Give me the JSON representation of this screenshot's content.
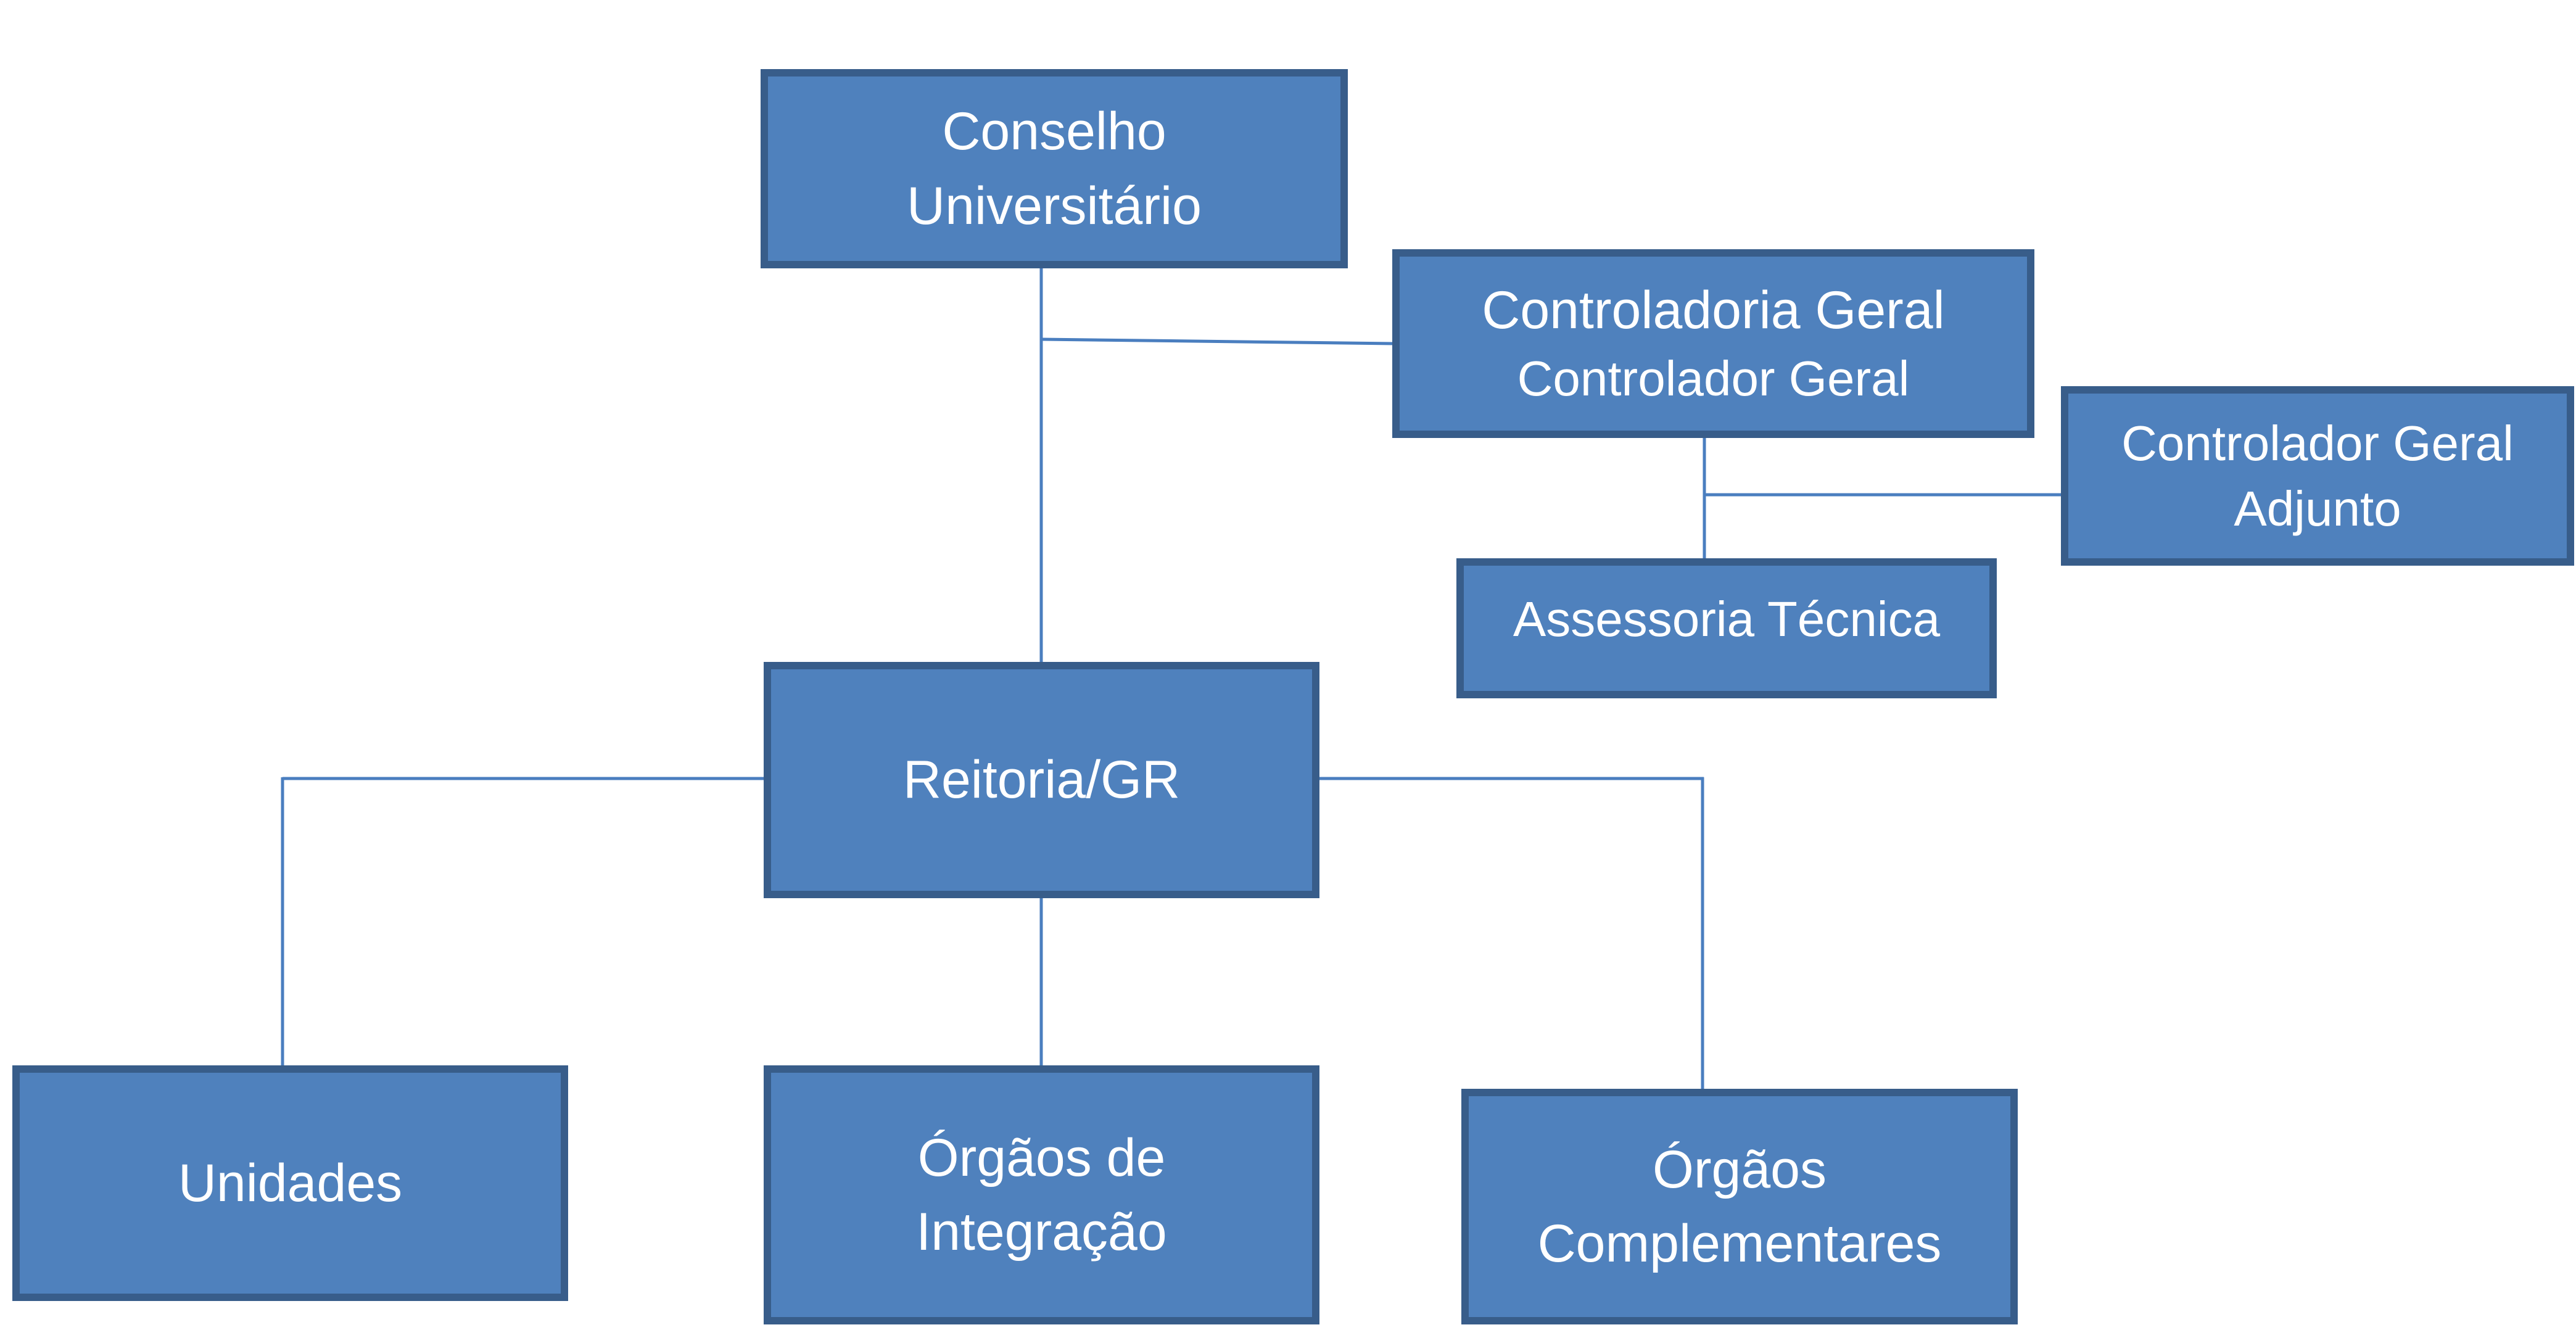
{
  "diagram": {
    "type": "org-chart",
    "colors": {
      "box_fill": "#4f81bd",
      "box_border": "#385d8a",
      "connector": "#4a7ebf",
      "text": "#ffffff",
      "background": "#ffffff"
    },
    "nodes": {
      "conselho": {
        "lines": [
          "Conselho",
          "Universitário"
        ]
      },
      "controladoria": {
        "lines": [
          "Controladoria Geral",
          "Controlador Geral"
        ]
      },
      "adjunto": {
        "lines": [
          "Controlador Geral",
          "Adjunto"
        ]
      },
      "assessoria": {
        "lines": [
          "Assessoria Técnica"
        ]
      },
      "reitoria": {
        "lines": [
          "Reitoria/GR"
        ]
      },
      "unidades": {
        "lines": [
          "Unidades"
        ]
      },
      "integracao": {
        "lines": [
          "Órgãos de",
          "Integração"
        ]
      },
      "complementares": {
        "lines": [
          "Órgãos",
          "Complementares"
        ]
      }
    },
    "edges": [
      {
        "from": "conselho",
        "to": "reitoria"
      },
      {
        "from": "conselho",
        "to": "controladoria"
      },
      {
        "from": "controladoria",
        "to": "adjunto"
      },
      {
        "from": "controladoria",
        "to": "assessoria"
      },
      {
        "from": "reitoria",
        "to": "unidades"
      },
      {
        "from": "reitoria",
        "to": "integracao"
      },
      {
        "from": "reitoria",
        "to": "complementares"
      }
    ]
  }
}
